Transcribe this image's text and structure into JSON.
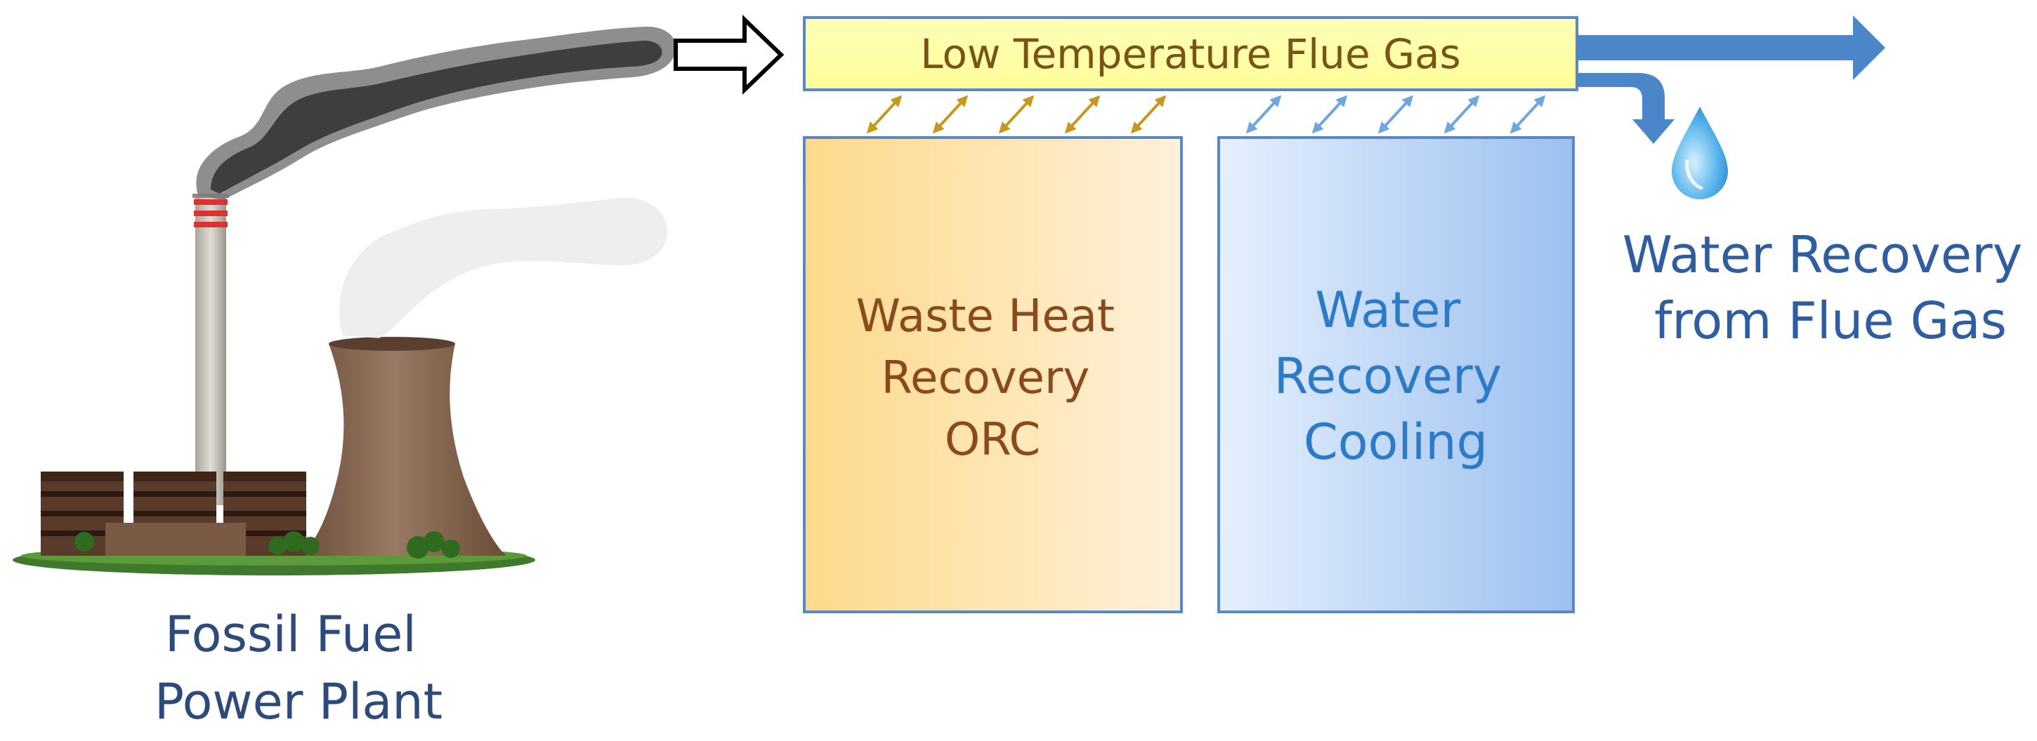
{
  "flue_gas": {
    "label": "Low Temperature Flue Gas"
  },
  "orc_box": {
    "lines": [
      "Waste Heat",
      "Recovery",
      "ORC"
    ]
  },
  "cooling_box": {
    "lines": [
      "Water",
      "Recovery",
      "Cooling"
    ]
  },
  "water_recovery": {
    "lines": [
      "Water Recovery",
      "from Flue Gas"
    ]
  },
  "power_plant": {
    "lines": [
      "Fossil Fuel",
      "Power Plant"
    ]
  },
  "icons": [
    "power-plant-icon",
    "smoke-icon",
    "water-drop-icon"
  ],
  "colors": {
    "title_text": "#2e4a7a",
    "orc_text": "#8b4a1c",
    "cooling_text": "#2b7bc8",
    "flue_gas_fill": "#ffffa8",
    "orc_fill": "#fde1a3",
    "cooling_fill": "#bcd6f6",
    "box_border": "#4f7fc0",
    "outlet_arrow": "#4a86c8",
    "orc_exchange_arrow": "#c8981e",
    "cooling_exchange_arrow": "#6ea6e0"
  }
}
